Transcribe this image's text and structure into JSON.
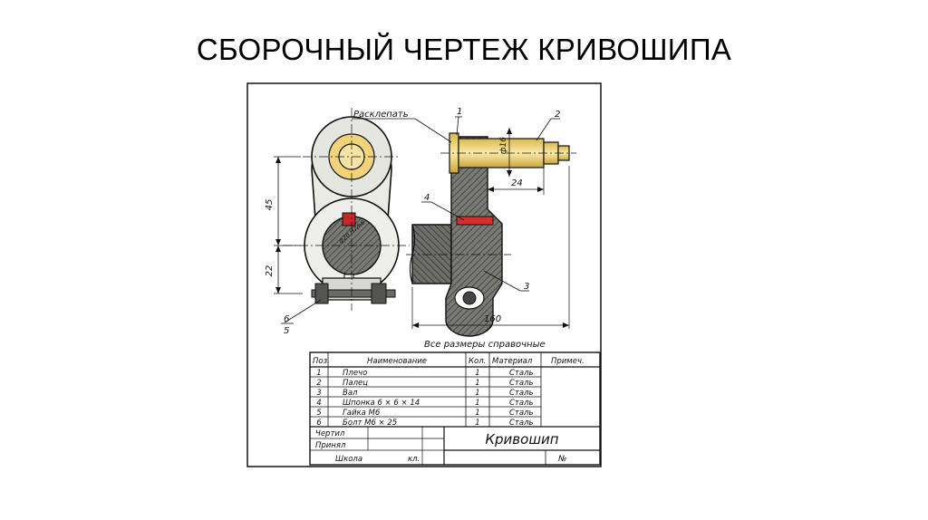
{
  "slide": {
    "title": "СБОРОЧНЫЙ ЧЕРТЕЖ КРИВОШИПА"
  },
  "drawing": {
    "callouts": {
      "rivet_note": "Расклепать",
      "p1": "1",
      "p2": "2",
      "p3": "3",
      "p4": "4",
      "p5": "5",
      "p6": "6"
    },
    "dimensions": {
      "pin_diameter": "ф16",
      "shaft_bore": "ф20 Н7/h6",
      "pin_length": "24",
      "height_upper": "45",
      "height_lower": "22",
      "overall_length": "160"
    },
    "note": "Все размеры справочные"
  },
  "parts_list": {
    "headers": {
      "pos": "Поз.",
      "name": "Наименование",
      "qty": "Кол.",
      "material": "Материал",
      "notes": "Примеч."
    },
    "rows": [
      {
        "pos": "1",
        "name": "Плечо",
        "qty": "1",
        "material": "Сталь"
      },
      {
        "pos": "2",
        "name": "Палец",
        "qty": "1",
        "material": "Сталь"
      },
      {
        "pos": "3",
        "name": "Вал",
        "qty": "1",
        "material": "Сталь"
      },
      {
        "pos": "4",
        "name": "Шпонка 6 × 6 × 14",
        "qty": "1",
        "material": "Сталь"
      },
      {
        "pos": "5",
        "name": "Гайка М6",
        "qty": "1",
        "material": "Сталь"
      },
      {
        "pos": "6",
        "name": "Болт М6 × 25",
        "qty": "1",
        "material": "Сталь"
      }
    ]
  },
  "title_block": {
    "drawn_by": "Чертил",
    "checked_by": "Принял",
    "school": "Школа",
    "class_label": "кл.",
    "drawing_name": "Кривошип",
    "number_label": "№"
  },
  "colors": {
    "pin": "#e8cf6e",
    "hub": "#5a5a55",
    "key": "#cc2222",
    "bore": "#f0c060"
  }
}
